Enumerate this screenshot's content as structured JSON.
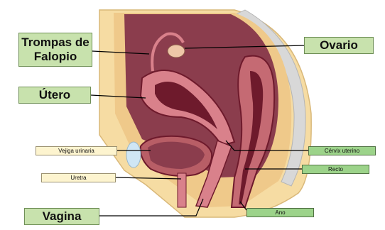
{
  "labels": {
    "trompas": "Trompas de\nFalopio",
    "ovario": "Ovario",
    "utero": "Útero",
    "vejiga": "Vejiga urinaria",
    "cervix": "Cérvix uterino",
    "uretra": "Uretra",
    "recto": "Recto",
    "vagina": "Vagina",
    "ano": "Ano"
  },
  "colors": {
    "skin": "#f6dca3",
    "fat": "#efc98a",
    "cavity": "#8b3d4d",
    "organ": "#d9818b",
    "organ_dark": "#6e1a2c",
    "bladder": "#b85e66",
    "spine": "#cfcfcf",
    "label_big_bg": "#c8e2ad",
    "label_small_yellow": "#fdf4cf",
    "label_small_green": "#9cd38a"
  }
}
